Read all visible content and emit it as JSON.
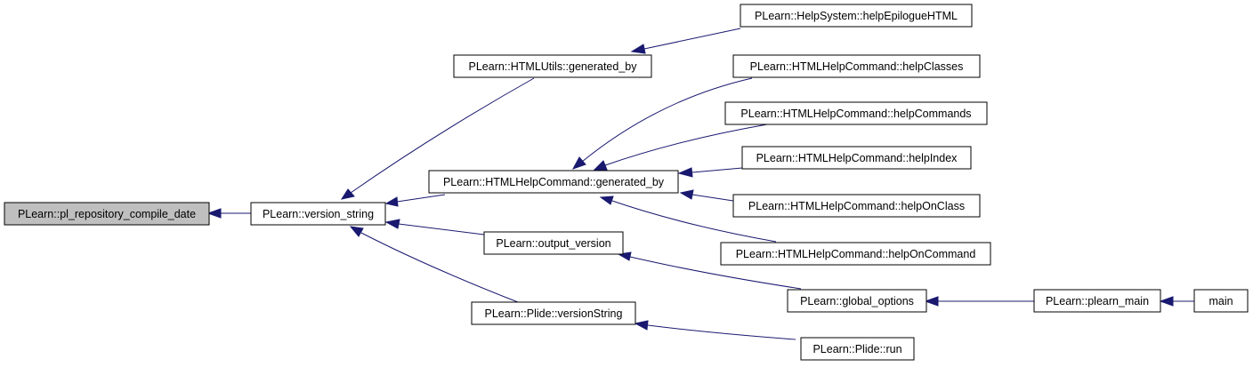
{
  "graph": {
    "colors": {
      "edge": "#191970",
      "root_fill": "#bfbfbf",
      "node_fill": "#ffffff",
      "node_border": "#000000"
    },
    "nodes": [
      {
        "id": "n_root",
        "label": "PLearn::pl_repository_compile_date",
        "root": true
      },
      {
        "id": "n_version_string",
        "label": "PLearn::version_string"
      },
      {
        "id": "n_htmlutils_generated_by",
        "label": "PLearn::HTMLUtils::generated_by"
      },
      {
        "id": "n_htmlhelp_generated_by",
        "label": "PLearn::HTMLHelpCommand::generated_by"
      },
      {
        "id": "n_output_version",
        "label": "PLearn::output_version"
      },
      {
        "id": "n_plide_versionstring",
        "label": "PLearn::Plide::versionString"
      },
      {
        "id": "n_help_epilogue",
        "label": "PLearn::HelpSystem::helpEpilogueHTML"
      },
      {
        "id": "n_help_classes",
        "label": "PLearn::HTMLHelpCommand::helpClasses"
      },
      {
        "id": "n_help_commands",
        "label": "PLearn::HTMLHelpCommand::helpCommands"
      },
      {
        "id": "n_help_index",
        "label": "PLearn::HTMLHelpCommand::helpIndex"
      },
      {
        "id": "n_help_onclass",
        "label": "PLearn::HTMLHelpCommand::helpOnClass"
      },
      {
        "id": "n_help_oncommand",
        "label": "PLearn::HTMLHelpCommand::helpOnCommand"
      },
      {
        "id": "n_global_options",
        "label": "PLearn::global_options"
      },
      {
        "id": "n_plide_run",
        "label": "PLearn::Plide::run"
      },
      {
        "id": "n_plearn_main",
        "label": "PLearn::plearn_main"
      },
      {
        "id": "n_main",
        "label": "main"
      }
    ],
    "edges": [
      {
        "from": "n_version_string",
        "to": "n_root"
      },
      {
        "from": "n_htmlutils_generated_by",
        "to": "n_version_string"
      },
      {
        "from": "n_htmlhelp_generated_by",
        "to": "n_version_string"
      },
      {
        "from": "n_output_version",
        "to": "n_version_string"
      },
      {
        "from": "n_plide_versionstring",
        "to": "n_version_string"
      },
      {
        "from": "n_help_epilogue",
        "to": "n_htmlutils_generated_by"
      },
      {
        "from": "n_help_classes",
        "to": "n_htmlhelp_generated_by"
      },
      {
        "from": "n_help_commands",
        "to": "n_htmlhelp_generated_by"
      },
      {
        "from": "n_help_index",
        "to": "n_htmlhelp_generated_by"
      },
      {
        "from": "n_help_onclass",
        "to": "n_htmlhelp_generated_by"
      },
      {
        "from": "n_help_oncommand",
        "to": "n_htmlhelp_generated_by"
      },
      {
        "from": "n_global_options",
        "to": "n_output_version"
      },
      {
        "from": "n_plide_run",
        "to": "n_plide_versionstring"
      },
      {
        "from": "n_plearn_main",
        "to": "n_global_options"
      },
      {
        "from": "n_main",
        "to": "n_plearn_main"
      }
    ]
  }
}
